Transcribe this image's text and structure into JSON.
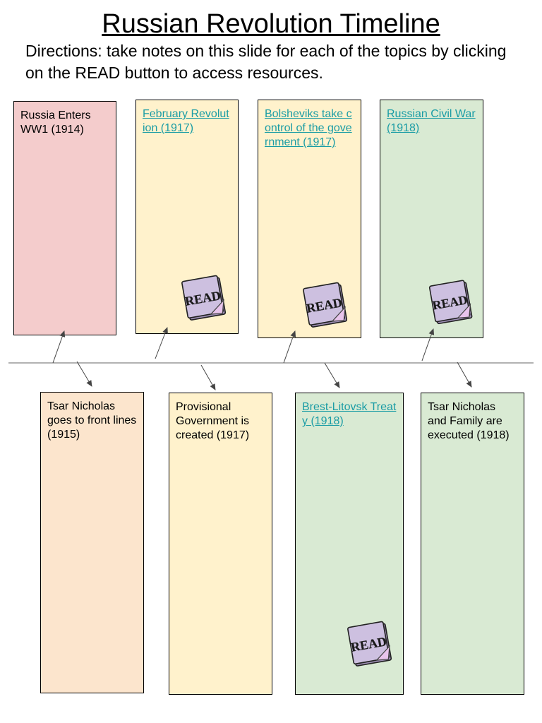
{
  "title": "Russian Revolution Timeline",
  "directions": "Directions: take notes on this slide for each of the topics by clicking on the READ button to access resources.",
  "read_label": "READ",
  "colors": {
    "pink": "#f4cccc",
    "yellow": "#fff2cc",
    "green": "#d9ead3",
    "peach": "#fce5cd",
    "link": "#1a9ca5"
  },
  "top_events": [
    {
      "label": "Russia Enters WW1 (1914)",
      "is_link": false
    },
    {
      "label": "February Revolution (1917)",
      "is_link": true
    },
    {
      "label": "Bolsheviks take control of the government (1917)",
      "is_link": true
    },
    {
      "label": "Russian Civil War (1918)",
      "is_link": true
    }
  ],
  "bottom_events": [
    {
      "label": "Tsar Nicholas goes to front lines (1915)",
      "is_link": false
    },
    {
      "label": "Provisional Government is created (1917)",
      "is_link": false
    },
    {
      "label": "Brest-Litovsk Treaty (1918)",
      "is_link": true
    },
    {
      "label": "Tsar Nicholas and Family are executed (1918)",
      "is_link": false
    }
  ]
}
